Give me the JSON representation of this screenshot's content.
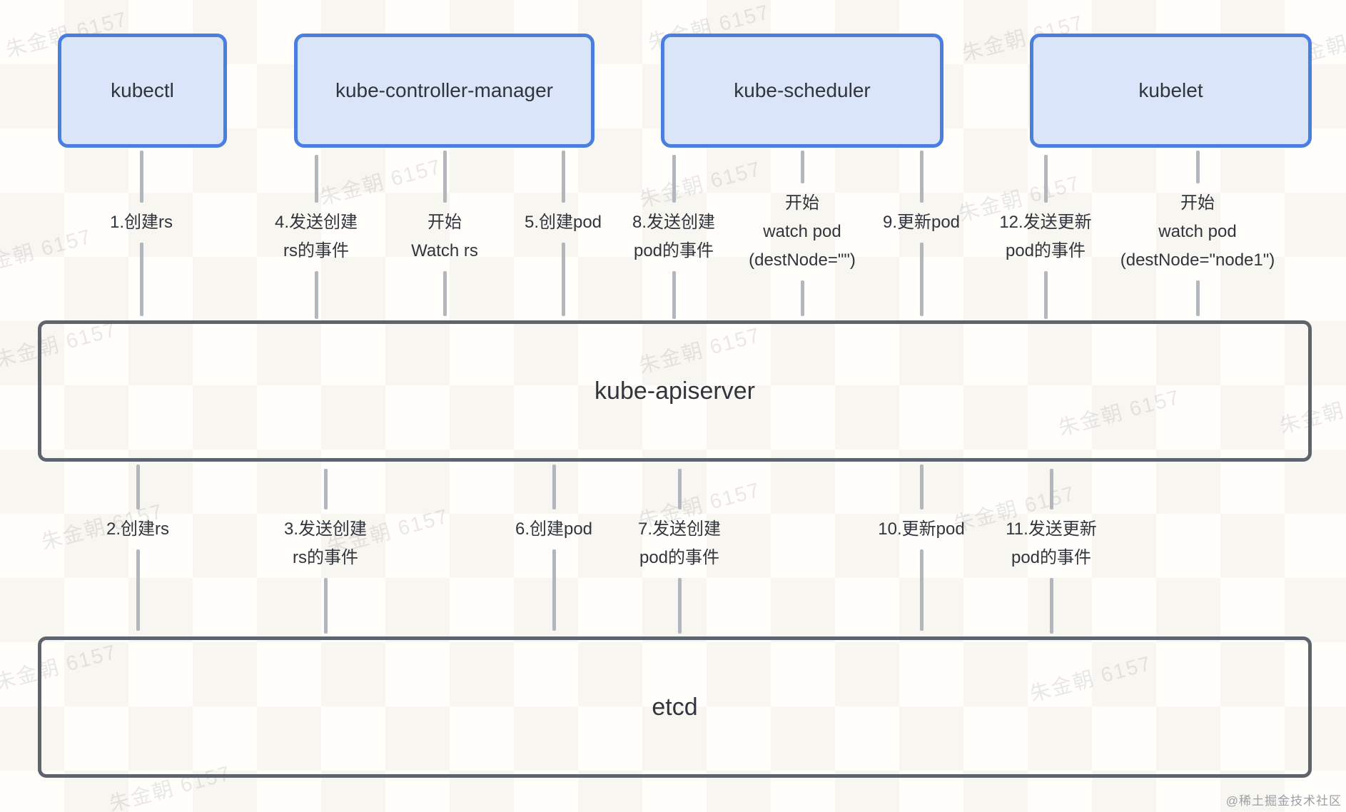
{
  "watermark": {
    "text": "朱金朝 6157"
  },
  "credit": "@稀土掘金技术社区",
  "components": {
    "top_row": [
      {
        "id": "kubectl",
        "label": "kubectl"
      },
      {
        "id": "kube-controller-manager",
        "label": "kube-controller-manager"
      },
      {
        "id": "kube-scheduler",
        "label": "kube-scheduler"
      },
      {
        "id": "kubelet",
        "label": "kubelet"
      }
    ],
    "apiserver": {
      "label": "kube-apiserver"
    },
    "etcd": {
      "label": "etcd"
    }
  },
  "flows": {
    "between_components_and_apiserver": [
      {
        "from": "kubectl",
        "to": "kube-apiserver",
        "direction": "down",
        "label_lines": [
          "1.创建rs"
        ]
      },
      {
        "from": "kube-apiserver",
        "to": "kube-controller-manager",
        "direction": "up",
        "label_lines": [
          "4.发送创建",
          "rs的事件"
        ]
      },
      {
        "from": "kube-controller-manager",
        "to": "kube-apiserver",
        "direction": "down",
        "label_lines": [
          "开始",
          "Watch rs"
        ]
      },
      {
        "from": "kube-controller-manager",
        "to": "kube-apiserver",
        "direction": "down",
        "label_lines": [
          "5.创建pod"
        ]
      },
      {
        "from": "kube-apiserver",
        "to": "kube-scheduler",
        "direction": "up",
        "label_lines": [
          "8.发送创建",
          "pod的事件"
        ]
      },
      {
        "from": "kube-scheduler",
        "to": "kube-apiserver",
        "direction": "down",
        "label_lines": [
          "开始",
          "watch pod",
          "(destNode=\"\")"
        ]
      },
      {
        "from": "kube-scheduler",
        "to": "kube-apiserver",
        "direction": "down",
        "label_lines": [
          "9.更新pod"
        ]
      },
      {
        "from": "kube-apiserver",
        "to": "kubelet",
        "direction": "up",
        "label_lines": [
          "12.发送更新",
          "pod的事件"
        ]
      },
      {
        "from": "kubelet",
        "to": "kube-apiserver",
        "direction": "down",
        "label_lines": [
          "开始",
          "watch pod",
          "(destNode=\"node1\")"
        ]
      }
    ],
    "between_apiserver_and_etcd": [
      {
        "from": "kube-apiserver",
        "to": "etcd",
        "direction": "down",
        "label_lines": [
          "2.创建rs"
        ]
      },
      {
        "from": "etcd",
        "to": "kube-apiserver",
        "direction": "up",
        "label_lines": [
          "3.发送创建",
          "rs的事件"
        ]
      },
      {
        "from": "kube-apiserver",
        "to": "etcd",
        "direction": "down",
        "label_lines": [
          "6.创建pod"
        ]
      },
      {
        "from": "etcd",
        "to": "kube-apiserver",
        "direction": "up",
        "label_lines": [
          "7.发送创建",
          "pod的事件"
        ]
      },
      {
        "from": "kube-apiserver",
        "to": "etcd",
        "direction": "down",
        "label_lines": [
          "10.更新pod"
        ]
      },
      {
        "from": "etcd",
        "to": "kube-apiserver",
        "direction": "up",
        "label_lines": [
          "11.发送更新",
          "pod的事件"
        ]
      }
    ]
  },
  "colors": {
    "node_fill": "#dbe5f9",
    "node_border": "#4a7fe0",
    "dark_border": "#5d646e",
    "line": "#b2b7be",
    "text": "#30353d",
    "watermark": "rgba(128,133,139,0.18)",
    "credit": "#9aa0a6",
    "bg_check_a": "#f8f6f1",
    "bg_check_b": "#fffefb"
  }
}
